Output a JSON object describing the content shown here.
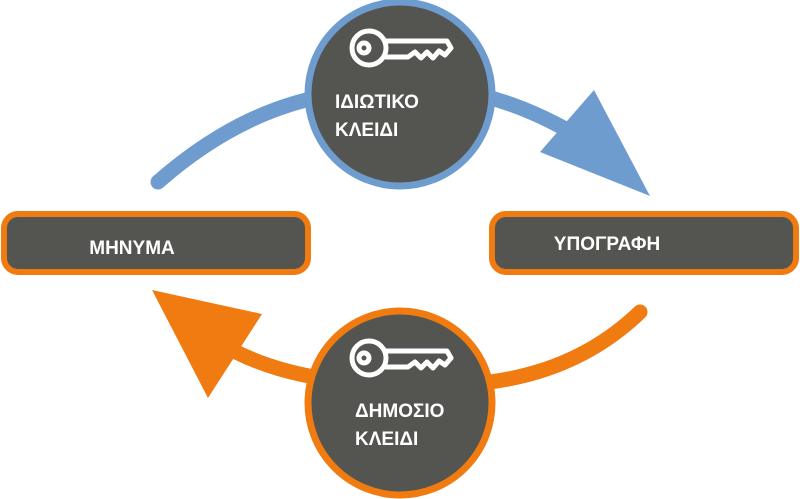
{
  "diagram": {
    "nodes": {
      "message": {
        "label": "ΜΗΝΥΜΑ"
      },
      "signature": {
        "label": "ΥΠΟΓΡΑΦΗ"
      },
      "private_key": {
        "line1": "ΙΔΙΩΤΙΚΟ",
        "line2": "ΚΛΕΙΔΙ",
        "icon": "key-icon"
      },
      "public_key": {
        "line1": "ΔΗΜΟΣΙΟ",
        "line2": "ΚΛΕΙΔΙ",
        "icon": "key-icon"
      }
    },
    "colors": {
      "node_fill": "#545550",
      "text": "#ffffff",
      "blue_arrow": "#6f9cce",
      "orange_arrow": "#f07b10",
      "private_ring": "#6f9cce",
      "public_ring": "#f07b10",
      "box_border": "#f07b10"
    }
  }
}
